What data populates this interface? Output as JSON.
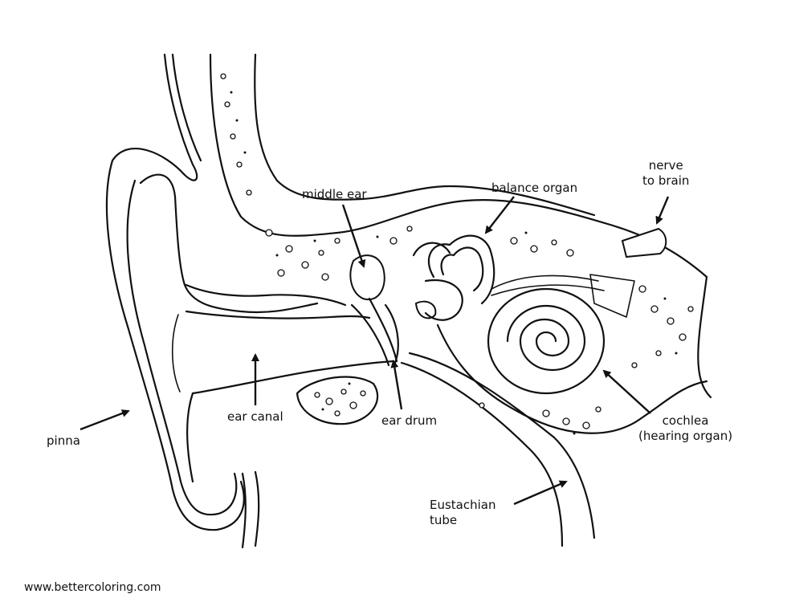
{
  "labels": {
    "pinna": "pinna",
    "ear_canal": "ear canal",
    "ear_drum": "ear drum",
    "middle_ear": "middle ear",
    "balance_organ": "balance organ",
    "nerve_line1": "nerve",
    "nerve_line2": "to brain",
    "cochlea_line1": "cochlea",
    "cochlea_line2": "(hearing organ)",
    "eustachian_line1": "Eustachian",
    "eustachian_line2": "tube"
  },
  "footer": {
    "website": "www.bettercoloring.com"
  }
}
